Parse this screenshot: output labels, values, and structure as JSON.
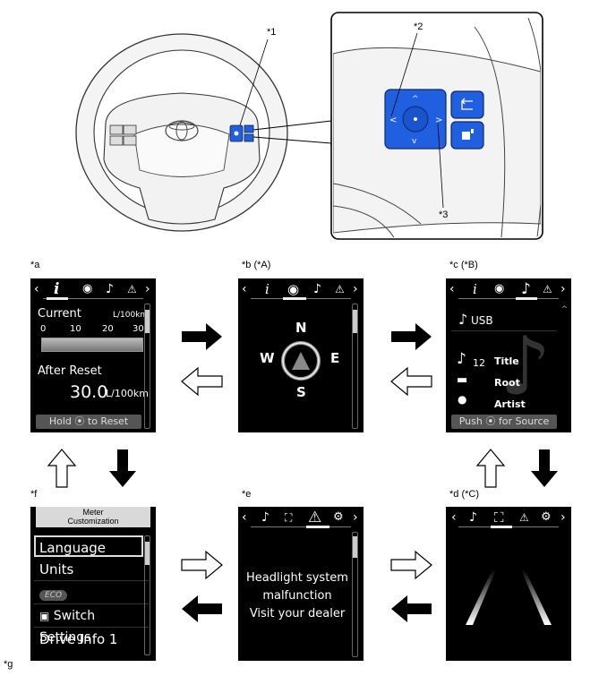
{
  "callouts": {
    "c1": "*1",
    "c2": "*2",
    "c3": "*3"
  },
  "panel_labels": {
    "a": "*a",
    "b": "*b (*A)",
    "c": "*c (*B)",
    "d": "*d (*C)",
    "e": "*e",
    "f": "*f",
    "g": "*g"
  },
  "screen_a": {
    "current_label": "Current",
    "unit": "L/100km",
    "scale": [
      "0",
      "10",
      "20",
      "30"
    ],
    "after_reset_label": "After Reset",
    "after_reset_value": "30.0",
    "after_reset_unit": "L/100km",
    "footer_pre": "Hold",
    "footer_post": "to Reset"
  },
  "screen_b": {
    "n": "N",
    "s": "S",
    "e": "E",
    "w": "W"
  },
  "screen_c": {
    "source": "USB",
    "track_number": "12",
    "title": "Title",
    "folder": "Root",
    "artist": "Artist",
    "footer_pre": "Push",
    "footer_post": "for Source"
  },
  "screen_e": {
    "line1": "Headlight system",
    "line2": "malfunction",
    "line3": "Visit your dealer"
  },
  "screen_f": {
    "header_line1": "Meter",
    "header_line2": "Customization",
    "items": [
      "Language",
      "Units",
      "ECO",
      "Switch Settings",
      "Drive Info 1"
    ]
  },
  "colors": {
    "switch_blue": "#1f5fe0",
    "screen_bg": "#000000",
    "arrow_black": "#000000"
  }
}
